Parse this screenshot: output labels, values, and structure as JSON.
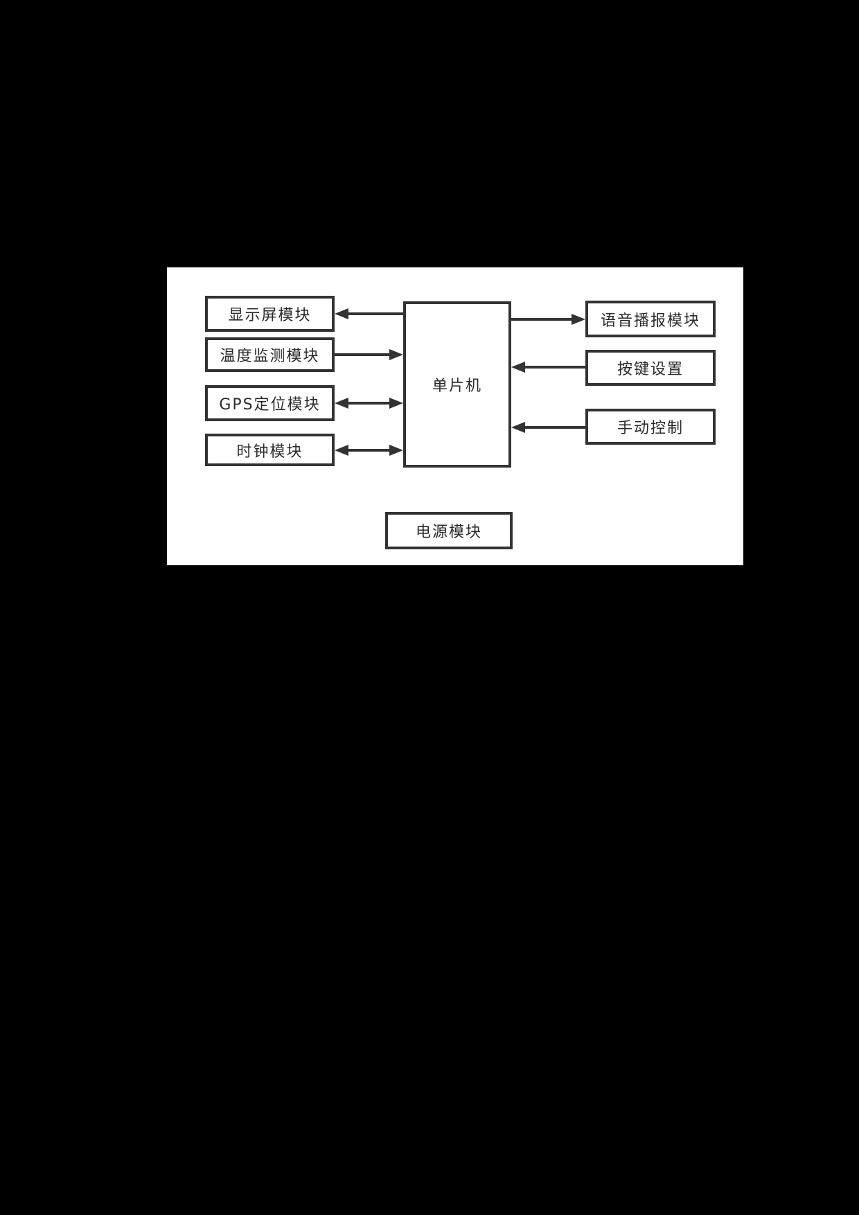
{
  "page": {
    "background_color": "#000000"
  },
  "diagram": {
    "panel_color": "#ffffff",
    "line_color": "#333333",
    "center": {
      "label": "单片机"
    },
    "left": [
      {
        "label": "显示屏模块",
        "direction": "mcu-to-module"
      },
      {
        "label": "温度监测模块",
        "direction": "module-to-mcu"
      },
      {
        "label": "GPS定位模块",
        "direction": "bidirectional"
      },
      {
        "label": "时钟模块",
        "direction": "bidirectional"
      }
    ],
    "right": [
      {
        "label": "语音播报模块",
        "direction": "mcu-to-module"
      },
      {
        "label": "按键设置",
        "direction": "module-to-mcu"
      },
      {
        "label": "手动控制",
        "direction": "module-to-mcu"
      }
    ],
    "bottom": {
      "label": "电源模块"
    }
  }
}
